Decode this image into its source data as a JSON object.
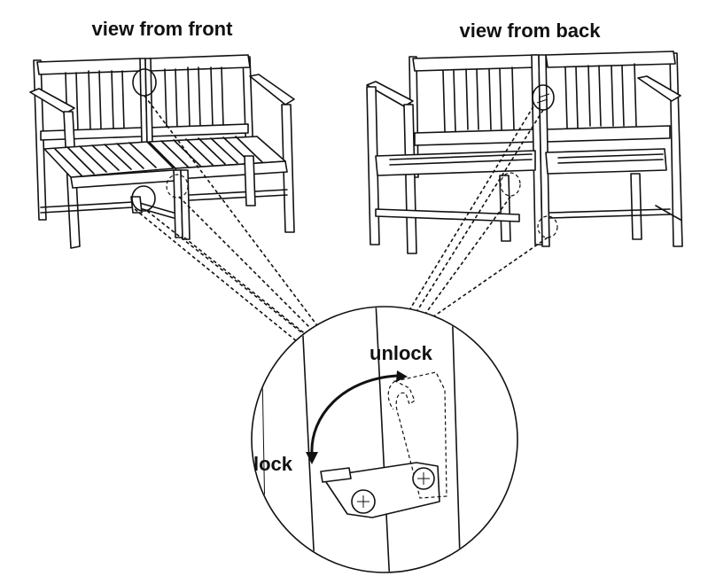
{
  "labels": {
    "front_view": "view from front",
    "back_view": "view from back",
    "unlock": "unlock",
    "lock": "lock"
  }
}
